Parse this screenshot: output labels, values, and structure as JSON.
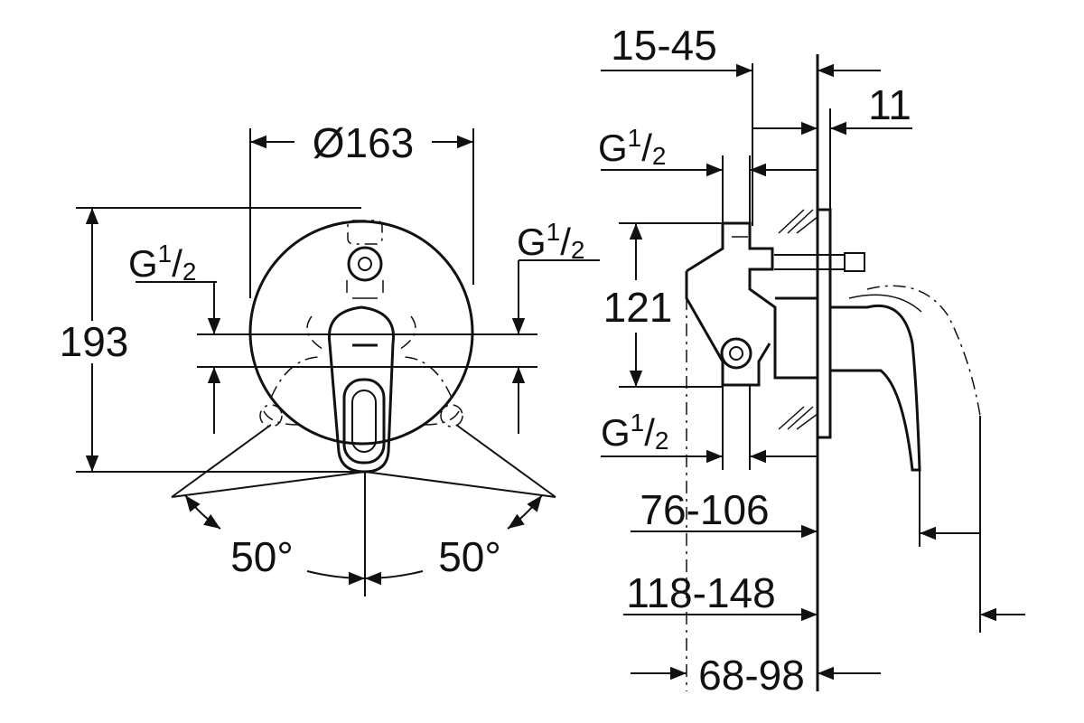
{
  "front_view": {
    "diameter_label": "Ø163",
    "height_label": "193",
    "left_connection": {
      "g": "G",
      "num": "1",
      "slash": "/",
      "den": "2"
    },
    "right_connection": {
      "g": "G",
      "num": "1",
      "slash": "/",
      "den": "2"
    },
    "angle_left": "50°",
    "angle_right": "50°"
  },
  "side_view": {
    "depth_range": "15-45",
    "plate_thickness": "11",
    "top_connection": {
      "g": "G",
      "num": "1",
      "slash": "/",
      "den": "2"
    },
    "spacing": "121",
    "bottom_connection": {
      "g": "G",
      "num": "1",
      "slash": "/",
      "den": "2"
    },
    "dim_76_106": "76-106",
    "dim_118_148": "118-148",
    "dim_68_98": "68-98"
  }
}
